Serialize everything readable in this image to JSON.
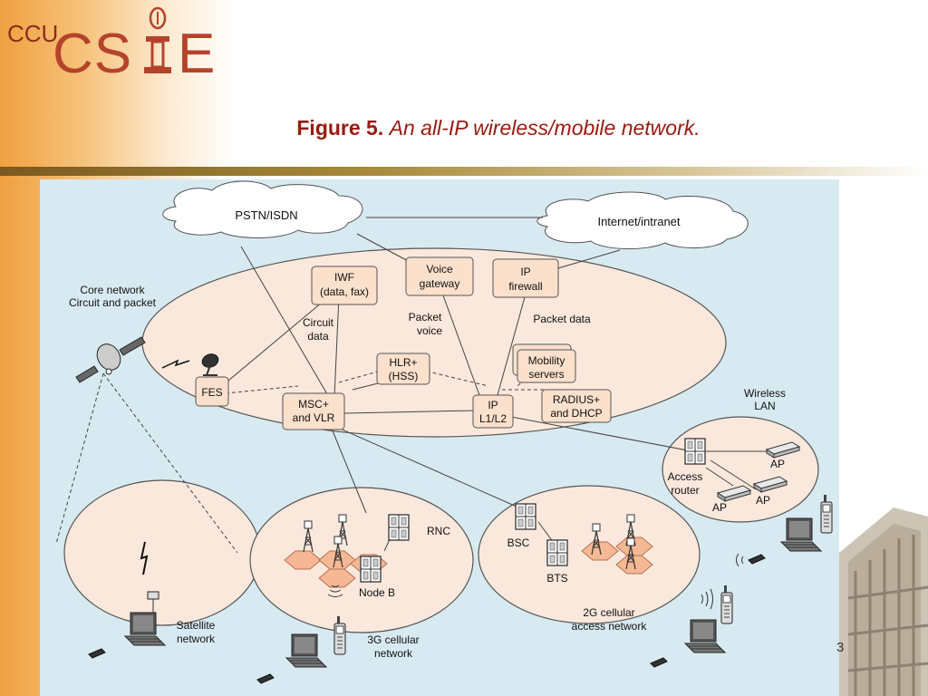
{
  "logo": {
    "ccu": "CCU",
    "cs": "CS",
    "e": "E"
  },
  "title": {
    "figure": "Figure 5.",
    "caption": "An all-IP wireless/mobile network."
  },
  "page_number": "3",
  "diagram": {
    "clouds": {
      "pstn": "PSTN/ISDN",
      "internet": "Internet/intranet"
    },
    "core_label": [
      "Core network",
      "Circuit and packet"
    ],
    "nodes": {
      "iwf": [
        "IWF",
        "(data, fax)"
      ],
      "voice_gateway": [
        "Voice",
        "gateway"
      ],
      "ip_firewall": [
        "IP",
        "firewall"
      ],
      "hlr": [
        "HLR+",
        "(HSS)"
      ],
      "mobility": [
        "Mobility",
        "servers"
      ],
      "fes": "FES",
      "msc": [
        "MSC+",
        "and VLR"
      ],
      "ip_l1l2": [
        "IP",
        "L1/L2"
      ],
      "radius": [
        "RADIUS+",
        "and DHCP"
      ]
    },
    "edge_labels": {
      "circuit_data": [
        "Circuit",
        "data"
      ],
      "packet_voice": [
        "Packet",
        "voice"
      ],
      "packet_data": "Packet data"
    },
    "wireless_lan": {
      "title": [
        "Wireless",
        "LAN"
      ],
      "access_router": [
        "Access",
        "router"
      ],
      "ap": "AP"
    },
    "g3": {
      "rnc": "RNC",
      "node_b": "Node B",
      "label": [
        "3G cellular",
        "network"
      ]
    },
    "g2": {
      "bsc": "BSC",
      "bts": "BTS",
      "label": [
        "2G cellular",
        "access network"
      ]
    },
    "satellite": [
      "Satellite",
      "network"
    ]
  }
}
